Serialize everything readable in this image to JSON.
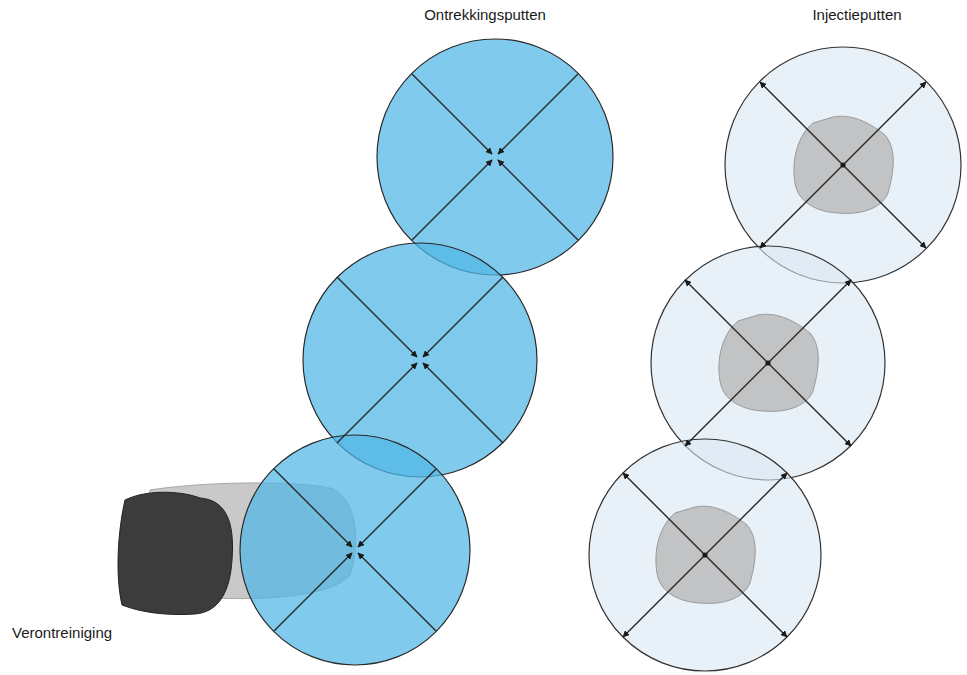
{
  "diagram": {
    "labels": [
      "Ontrekkingsputten",
      "Injectieputten",
      "Verontreiniging"
    ]
  }
}
